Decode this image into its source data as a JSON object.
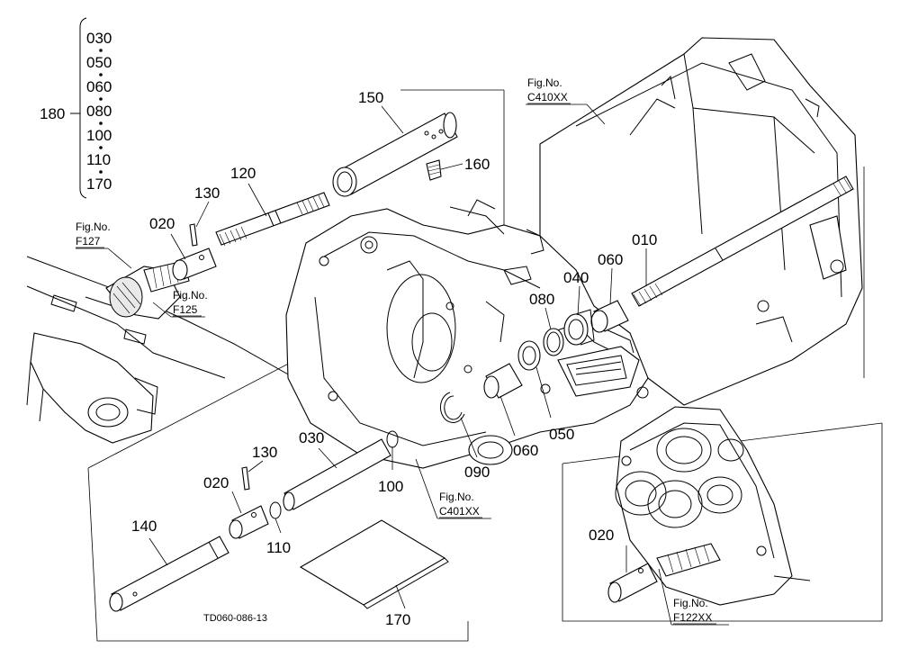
{
  "drawing_code": "TD060-086-13",
  "group_label": "180",
  "group_items": [
    "030",
    "050",
    "060",
    "080",
    "100",
    "110",
    "170"
  ],
  "fig_refs": [
    {
      "id": "c410",
      "prefix": "Fig.No.",
      "code": "C410XX"
    },
    {
      "id": "f127",
      "prefix": "Fig.No.",
      "code": "F127"
    },
    {
      "id": "f125",
      "prefix": "Fig.No.",
      "code": "F125"
    },
    {
      "id": "c401",
      "prefix": "Fig.No.",
      "code": "C401XX"
    },
    {
      "id": "f122",
      "prefix": "Fig.No.",
      "code": "F122XX"
    }
  ],
  "callouts": [
    {
      "id": "p150",
      "text": "150"
    },
    {
      "id": "p160",
      "text": "160"
    },
    {
      "id": "p120",
      "text": "120"
    },
    {
      "id": "p130a",
      "text": "130"
    },
    {
      "id": "p020a",
      "text": "020"
    },
    {
      "id": "p010",
      "text": "010"
    },
    {
      "id": "p060a",
      "text": "060"
    },
    {
      "id": "p040",
      "text": "040"
    },
    {
      "id": "p080",
      "text": "080"
    },
    {
      "id": "p050",
      "text": "050"
    },
    {
      "id": "p060b",
      "text": "060"
    },
    {
      "id": "p090",
      "text": "090"
    },
    {
      "id": "p100",
      "text": "100"
    },
    {
      "id": "p030",
      "text": "030"
    },
    {
      "id": "p130b",
      "text": "130"
    },
    {
      "id": "p020b",
      "text": "020"
    },
    {
      "id": "p110",
      "text": "110"
    },
    {
      "id": "p140",
      "text": "140"
    },
    {
      "id": "p170",
      "text": "170"
    },
    {
      "id": "p020c",
      "text": "020"
    }
  ]
}
